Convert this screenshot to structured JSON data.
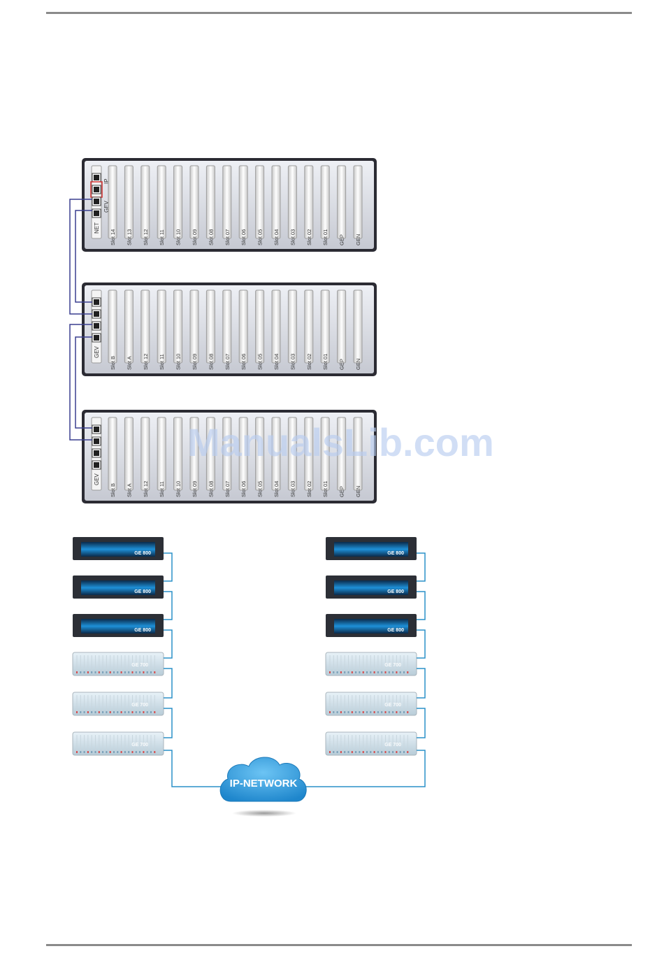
{
  "racks": [
    {
      "left_labels": [
        "NET",
        "GEV",
        "IP"
      ],
      "slots": [
        "Slot 14",
        "Slot 13",
        "Slot 12",
        "Slot 11",
        "Slot 10",
        "Slot 09",
        "Slot 08",
        "Slot 07",
        "Slot 06",
        "Slot 05",
        "Slot 04",
        "Slot 03",
        "Slot 02",
        "Slot 01",
        "GEP",
        "GEN"
      ]
    },
    {
      "left_labels": [
        "GEV"
      ],
      "slots": [
        "Slot B",
        "Slot A",
        "Slot 12",
        "Slot 11",
        "Slot 10",
        "Slot 09",
        "Slot 08",
        "Slot 07",
        "Slot 06",
        "Slot 05",
        "Slot 04",
        "Slot 03",
        "Slot 02",
        "Slot 01",
        "GEP",
        "GEN"
      ]
    },
    {
      "left_labels": [
        "GEV"
      ],
      "slots": [
        "Slot B",
        "Slot A",
        "Slot 12",
        "Slot 11",
        "Slot 10",
        "Slot 09",
        "Slot 08",
        "Slot 07",
        "Slot 06",
        "Slot 05",
        "Slot 04",
        "Slot 03",
        "Slot 02",
        "Slot 01",
        "GEP",
        "GEN"
      ]
    }
  ],
  "devices": {
    "ge800_label": "GE 800",
    "ge700_label": "GE 700"
  },
  "network": {
    "cloud_label": "IP-NETWORK"
  },
  "watermark": "ManualsLib.com",
  "colors": {
    "cable_dark": "#3a3f8f",
    "cable_blue": "#2a90c8",
    "cloud": "#3aa3e0",
    "highlight": "#d03030"
  }
}
